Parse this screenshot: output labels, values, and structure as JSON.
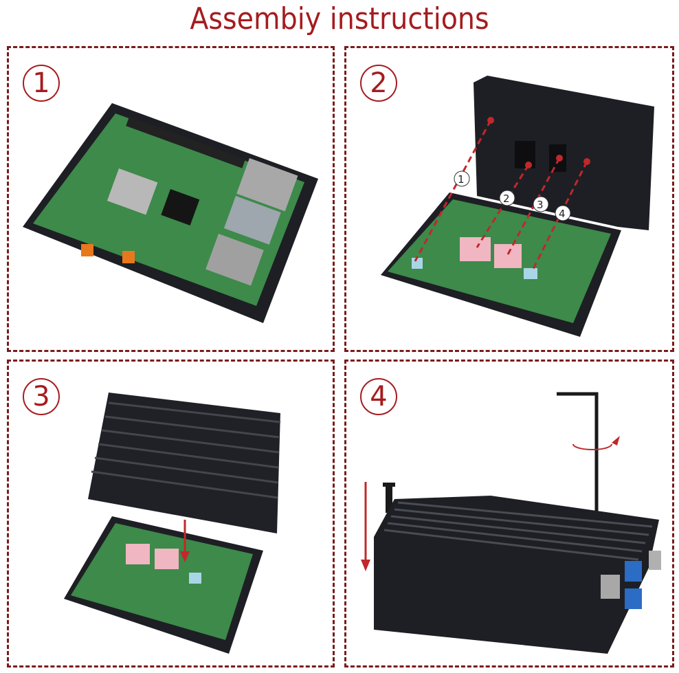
{
  "title": "Assembiy instructions",
  "steps": [
    {
      "number": "1"
    },
    {
      "number": "2",
      "callouts": [
        "1",
        "2",
        "3",
        "4"
      ]
    },
    {
      "number": "3"
    },
    {
      "number": "4"
    }
  ],
  "colors": {
    "accent": "#a51c1f",
    "border": "#7a1c1c",
    "case": "#1e1f24",
    "board": "#3d8a4a",
    "pad_pink": "#f0b6c2",
    "pad_blue": "#a9d6e6"
  }
}
